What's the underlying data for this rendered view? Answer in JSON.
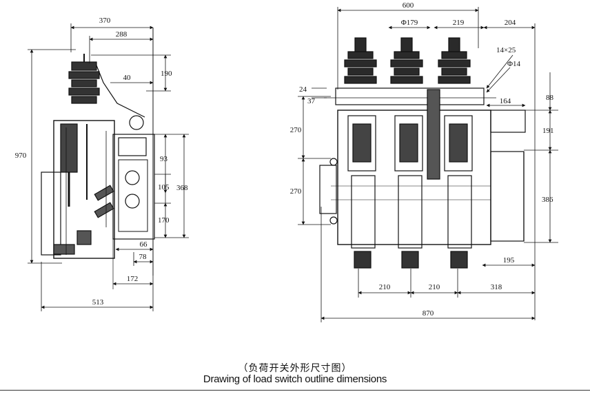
{
  "left_view": {
    "dims": {
      "d370": "370",
      "d288": "288",
      "d190": "190",
      "d40": "40",
      "d970": "970",
      "d93": "93",
      "d368": "368",
      "d105": "105",
      "d170": "170",
      "d66": "66",
      "d78": "78",
      "d172": "172",
      "d513": "513"
    }
  },
  "right_view": {
    "dims": {
      "d600": "600",
      "dphi179": "Φ179",
      "d219": "219",
      "d204": "204",
      "d14x25": "14×25",
      "dphi14": "Φ14",
      "d24": "24",
      "d37": "37",
      "d88": "88",
      "d164": "164",
      "d191": "191",
      "d270a": "270",
      "d270b": "270",
      "d386": "386",
      "d195": "195",
      "d210a": "210",
      "d210b": "210",
      "d318": "318",
      "d870": "870"
    }
  },
  "caption": {
    "chinese": "（负荷开关外形尺寸图）",
    "english": "Drawing of load switch outline dimensions"
  }
}
